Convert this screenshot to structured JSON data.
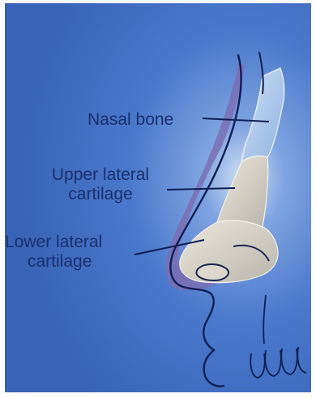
{
  "diagram": {
    "labels": {
      "nasal_bone": "Nasal bone",
      "upper_lateral_cartilage_line1": "Upper lateral",
      "upper_lateral_cartilage_line2": "cartilage",
      "lower_lateral_cartilage_line1": "Lower lateral",
      "lower_lateral_cartilage_line2": "cartilage"
    },
    "colors": {
      "background": "#3f6fc6",
      "skin_outline": "#0e1f55",
      "bone": "#b9d2ef",
      "cartilage": "#d8d4c9",
      "soft_tissue": "#7b6fb3",
      "label_text": "#1b2f6e"
    }
  }
}
